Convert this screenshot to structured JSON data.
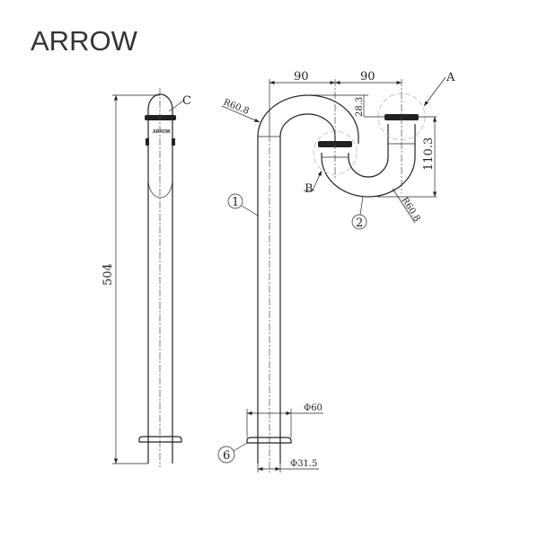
{
  "brand": {
    "logo": "ARROW"
  },
  "drawing": {
    "side_view": {
      "height_dim": "504",
      "callout_c": "C",
      "nut_mark": "ARROW"
    },
    "front_view": {
      "dim_width_1": "90",
      "dim_width_2": "90",
      "dim_offset": "28.3",
      "dim_drop": "110.3",
      "radius_top": "R60.8",
      "radius_bottom": "R60.8",
      "flange_diameter": "Φ60",
      "pipe_diameter": "Φ31.5",
      "callout_a": "A",
      "callout_b": "B",
      "part_1": "1",
      "part_2": "2",
      "part_6": "6"
    }
  }
}
